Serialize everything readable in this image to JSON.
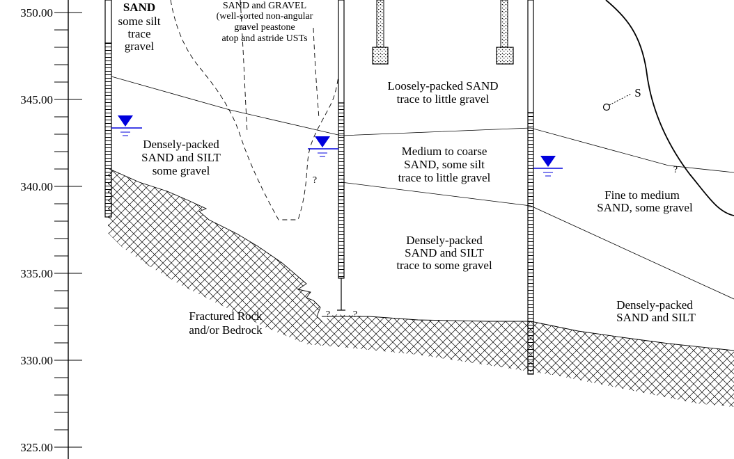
{
  "axis": {
    "ticks": [
      "350.00",
      "345.00",
      "340.00",
      "335.00",
      "330.00",
      "325.00"
    ]
  },
  "colors": {
    "water_table": "#0000dd",
    "line": "#000000",
    "background": "#ffffff"
  },
  "labels": {
    "sand_silt_gravel_top": [
      "SAND",
      "some silt",
      "trace",
      "gravel"
    ],
    "sand_gravel_fill": [
      "SAND and GRAVEL",
      "(well-sorted non-angular",
      "gravel peastone",
      "atop and astride USTs"
    ],
    "loose_sand": [
      "Loosely-packed SAND",
      "trace to little gravel"
    ],
    "dense_sand_silt_left": [
      "Densely-packed",
      "SAND and SILT",
      "some gravel"
    ],
    "medium_coarse_sand": [
      "Medium to coarse",
      "SAND, some silt",
      "trace to little gravel"
    ],
    "fine_medium_sand": [
      "Fine to medium",
      "SAND, some gravel"
    ],
    "dense_sand_silt_center": [
      "Densely-packed",
      "SAND and SILT",
      "trace to some gravel"
    ],
    "fractured_rock": [
      "Fractured Rock",
      "and/or Bedrock"
    ],
    "dense_sand_silt_right": [
      "Densely-packed",
      "SAND and SILT"
    ],
    "sample_marker": "S",
    "unknown_marker": "?"
  }
}
